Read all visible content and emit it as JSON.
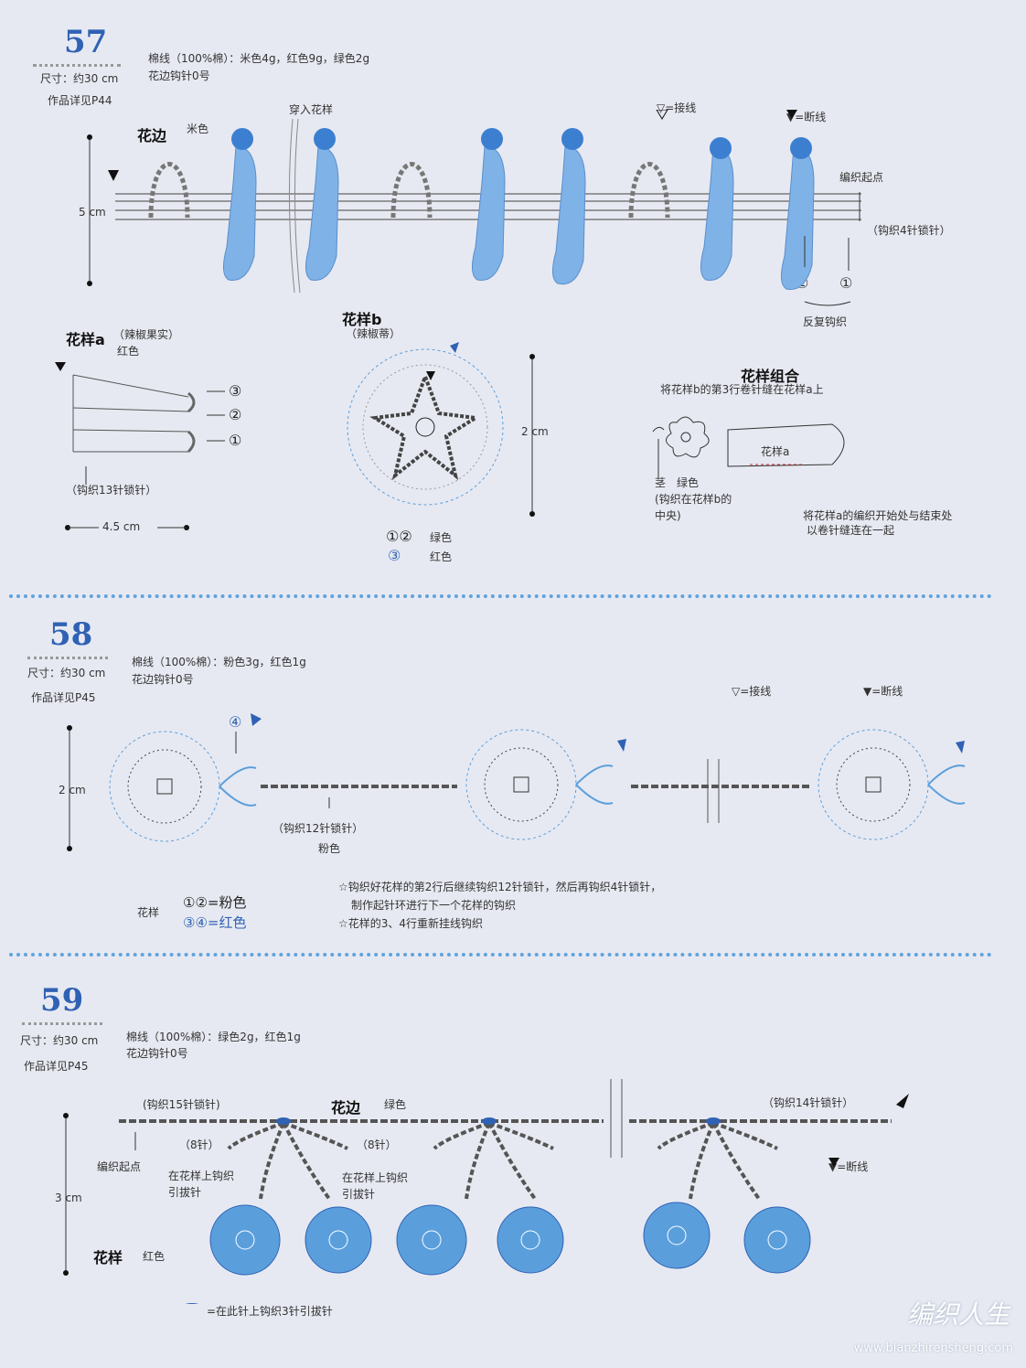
{
  "p57": {
    "number": "57",
    "size": "尺寸：约30 cm",
    "ref": "作品详见P44",
    "materials": "棉线（100%棉）：米色4g，红色9g，绿色2g",
    "hook": "花边钩针0号",
    "edging_title": "花边",
    "edging_color": "米色",
    "thread_through": "穿入花样",
    "join_legend": "▽=接线",
    "cut_legend": "▼=断线",
    "start_point": "编织起点",
    "chain4": "（钩织4针锁针）",
    "repeat": "反复钩织",
    "height": "5 cm",
    "circle1": "①",
    "circle2": "②",
    "pattern_a_title": "花样a",
    "pattern_a_sub": "（辣椒果实）",
    "pattern_a_color": "红色",
    "row3": "③",
    "row2": "②",
    "row1": "①",
    "chain13": "（钩织13针锁针）",
    "width_a": "4.5 cm",
    "pattern_b_title": "花样b",
    "pattern_b_sub": "（辣椒蒂）",
    "height_b": "2 cm",
    "b_legend1_mark": "①②",
    "b_legend1": "绿色",
    "b_legend2_mark": "③",
    "b_legend2": "红色",
    "combo_title": "花样组合",
    "combo_desc": "将花样b的第3行卷针缝在花样a上",
    "combo_label": "花样a",
    "stem": "茎　绿色",
    "stem_note1": "(钩织在花样b的",
    "stem_note2": "中央)",
    "sew_note1": "将花样a的编织开始处与结束处",
    "sew_note2": "以卷针缝连在一起"
  },
  "p58": {
    "number": "58",
    "size": "尺寸：约30 cm",
    "ref": "作品详见P45",
    "materials": "棉线（100%棉）：粉色3g，红色1g",
    "hook": "花边钩针0号",
    "join_legend": "▽=接线",
    "cut_legend": "▼=断线",
    "height": "2 cm",
    "row4": "④",
    "chain12": "（钩织12针锁针）",
    "chain_color": "粉色",
    "legend_title": "花样",
    "legend1": "①②=粉色",
    "legend2": "③④=红色",
    "note1": "☆钩织好花样的第2行后继续钩织12针锁针，然后再钩织4针锁针，",
    "note1b": "制作起针环进行下一个花样的钩织",
    "note2": "☆花样的3、4行重新挂线钩织"
  },
  "p59": {
    "number": "59",
    "size": "尺寸：约30 cm",
    "ref": "作品详见P45",
    "materials": "棉线（100%棉）：绿色2g，红色1g",
    "hook": "花边钩针0号",
    "chain15": "(钩织15针锁针)",
    "edging_title": "花边",
    "edging_color": "绿色",
    "chain14": "（钩织14针锁针）",
    "eight1": "（8针）",
    "eight2": "（8针）",
    "start_point": "编织起点",
    "slip1a": "在花样上钩织",
    "slip1b": "引拔针",
    "slip2a": "在花样上钩织",
    "slip2b": "引拔针",
    "cut_legend": "▼=断线",
    "height": "3 cm",
    "pattern_title": "花样",
    "pattern_color": "红色",
    "oval_legend": "=在此针上钩织3针引拔针"
  },
  "watermark": "编织人生",
  "watermark_url": "www.bianzhirensheng.com",
  "colors": {
    "blue": "#2f62b4",
    "lightblue": "#7fb2e6",
    "pattern": "#5a9fdc",
    "bg": "#e7e9f2"
  }
}
